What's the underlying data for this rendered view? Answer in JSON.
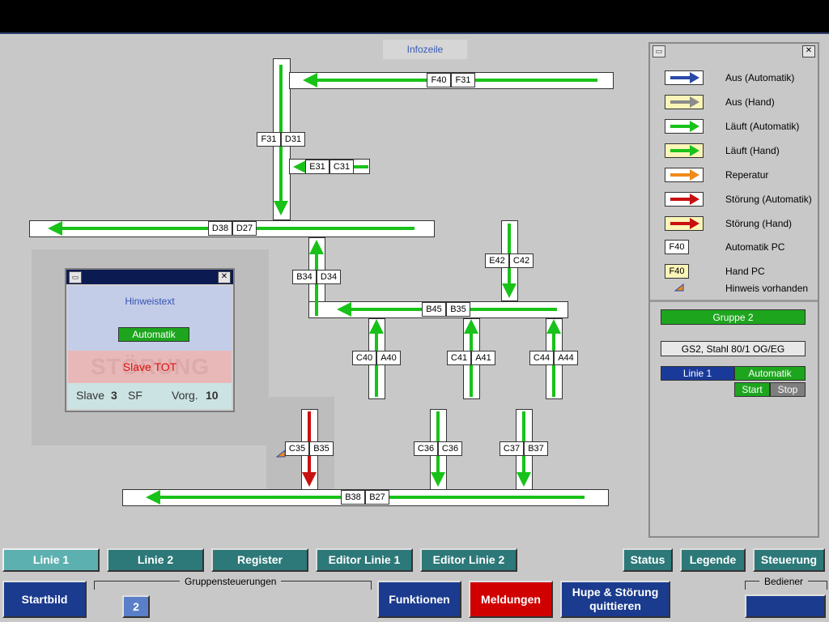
{
  "infozeile": "Infozeile",
  "conveyor_labels": {
    "f40_top": "F40",
    "f31_top": "F31",
    "f31_mid": "F31",
    "d31": "D31",
    "e31": "E31",
    "c31": "C31",
    "d38": "D38",
    "d27": "D27",
    "b34": "B34",
    "d34": "D34",
    "e42": "E42",
    "c42": "C42",
    "b45": "B45",
    "b35_mid": "B35",
    "c40": "C40",
    "a40": "A40",
    "c41": "C41",
    "a41": "A41",
    "c44": "C44",
    "a44": "A44",
    "c35": "C35",
    "b35_low": "B35",
    "c36a": "C36",
    "c36b": "C36",
    "c37": "C37",
    "b37": "B37",
    "b38": "B38",
    "b27": "B27"
  },
  "colors": {
    "running_auto": "#19c219",
    "fault_auto": "#c81010",
    "off_auto": "#2a4aa8",
    "off_hand": "#8c8c8c",
    "repair": "#f08a1a",
    "hand_bg": "#fbf5b8"
  },
  "popup": {
    "title_icon": "window-icon",
    "hint": "Hinweistext",
    "status_button": "Automatik",
    "bg_text": "STÖRUNG",
    "error": "Slave TOT",
    "slave_label": "Slave",
    "slave_value": "3",
    "sf_label": "SF",
    "vorg_label": "Vorg.",
    "vorg_value": "10"
  },
  "legend": {
    "items": [
      {
        "label": "Aus (Automatik)"
      },
      {
        "label": "Aus (Hand)"
      },
      {
        "label": "Läuft (Automatik)"
      },
      {
        "label": "Läuft (Hand)"
      },
      {
        "label": "Reperatur"
      },
      {
        "label": "Störung (Automatik)"
      },
      {
        "label": "Störung (Hand)"
      },
      {
        "label": "Automatik PC",
        "sample": "F40"
      },
      {
        "label": "Hand PC",
        "sample": "F40"
      },
      {
        "label": "Hinweis vorhanden"
      }
    ],
    "group_button": "Gruppe 2",
    "gs_line": "GS2, Stahl 80/1 OG/EG",
    "linie_label": "Linie 1",
    "mode_label": "Automatik",
    "start_label": "Start",
    "stop_label": "Stop"
  },
  "nav_top": {
    "linie1": "Linie 1",
    "linie2": "Linie 2",
    "register": "Register",
    "editor1": "Editor Linie 1",
    "editor2": "Editor Linie 2",
    "status": "Status",
    "legende": "Legende",
    "steuerung": "Steuerung"
  },
  "nav_bottom": {
    "startbild": "Startbild",
    "gruppen_label": "Gruppensteuerungen",
    "gruppen_value": "2",
    "funktionen": "Funktionen",
    "meldungen": "Meldungen",
    "hupe_line1": "Hupe & Störung",
    "hupe_line2": "quittieren",
    "bediener_label": "Bediener",
    "bediener_value": ""
  }
}
